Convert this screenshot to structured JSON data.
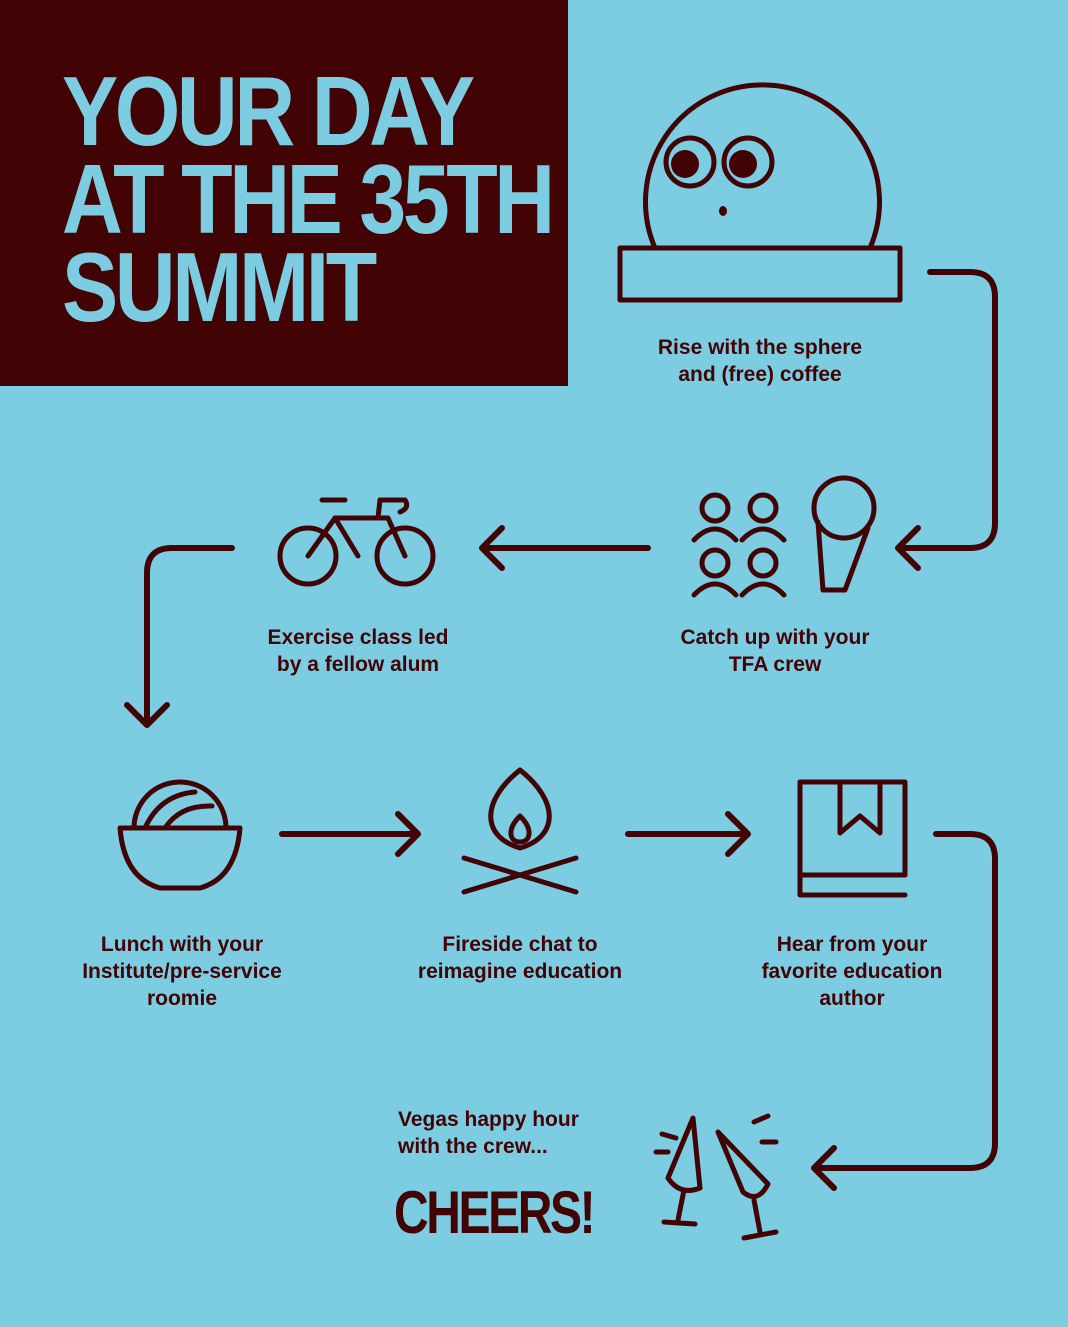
{
  "title": {
    "line1": "YOUR DAY",
    "line2": "AT THE 35TH",
    "line3": "SUMMIT"
  },
  "steps": [
    {
      "icon": "sphere-icon",
      "line1": "Rise with the sphere",
      "line2": "and (free) coffee"
    },
    {
      "icon": "crew-microphone-icon",
      "line1": "Catch up with your",
      "line2": "TFA crew"
    },
    {
      "icon": "bicycle-icon",
      "line1": "Exercise class led",
      "line2": "by a fellow alum"
    },
    {
      "icon": "bowl-icon",
      "line1": "Lunch with your",
      "line2": "Institute/pre-service",
      "line3": "roomie"
    },
    {
      "icon": "campfire-icon",
      "line1": "Fireside chat to",
      "line2": "reimagine education"
    },
    {
      "icon": "book-icon",
      "line1": "Hear from your",
      "line2": "favorite education",
      "line3": "author"
    },
    {
      "icon": "champagne-toast-icon",
      "line1": "Vegas happy hour",
      "line2": "with the crew..."
    }
  ],
  "cheers": "CHEERS!",
  "colors": {
    "background": "#7ccde2",
    "dark": "#420304"
  }
}
